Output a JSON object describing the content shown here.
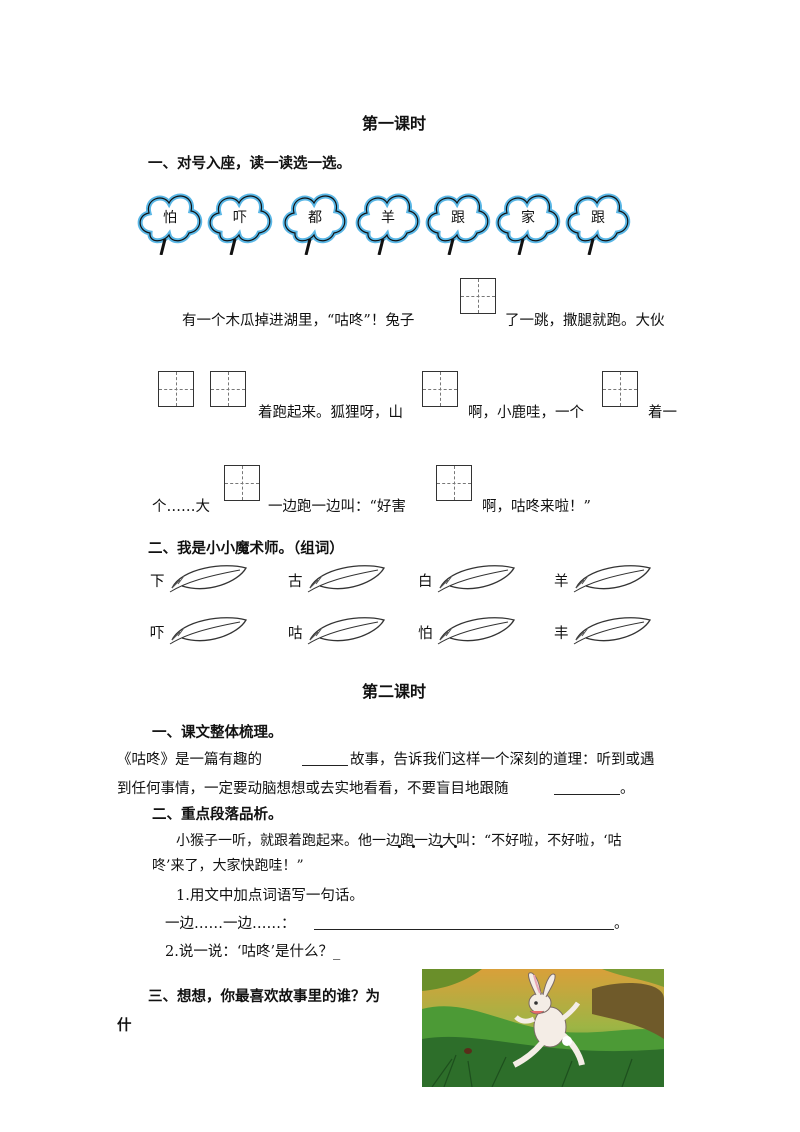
{
  "lesson1": {
    "title": "第一课时",
    "q1": "一、对号入座，读一读选一选。",
    "clouds": [
      "怕",
      "吓",
      "都",
      "羊",
      "跟",
      "家",
      "跟"
    ],
    "s1a": "有一个木瓜掉进湖里，“咕咚”！兔子",
    "s1b": "了一跳，撒腿就跑。大伙",
    "s2a": "着跑起来。狐狸呀，山",
    "s2b": "啊，小鹿哇，一个",
    "s2c": "着一",
    "s3a": "个……大",
    "s3b": "一边跑一边叫：“好害",
    "s3c": "啊，咕咚来啦！”",
    "q2": "二、我是小小魔术师。（组词）",
    "leaf_row1": [
      "下",
      "古",
      "白",
      "羊"
    ],
    "leaf_row2": [
      "吓",
      "咕",
      "怕",
      "丰"
    ]
  },
  "lesson2": {
    "title": "第二课时",
    "q1": "一、课文整体梳理。",
    "p1a": "《咕咚》是一篇有趣的",
    "p1b": "故事，告诉我们这样一个深刻的道理：听到或遇",
    "p1c": "到任何事情，一定要动脑想想或去实地看看，不要盲目地跟随",
    "p1d": "。",
    "q2": "二、重点段落品析。",
    "quote1": "小猴子一听，就跟着跑起来。他一边跑一边大叫：“不好啦，不好啦，‘咕",
    "quote2": "咚’来了，大家快跑哇！”",
    "t1": "1.用文中加点词语写一句话。",
    "t1b": "一边……一边……：",
    "t1end": "。",
    "t2": "2.说一说：‘咕咚’是什么？_",
    "q3a": "三、想想，你最喜欢故事里的谁？为",
    "q3b": "什"
  }
}
